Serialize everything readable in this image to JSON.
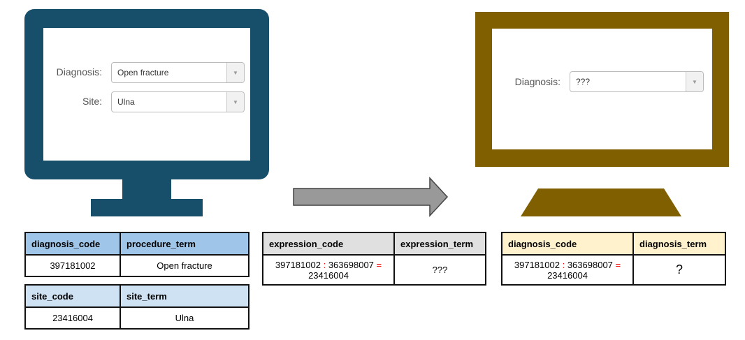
{
  "colors": {
    "left_monitor": "#174f6b",
    "right_monitor": "#7f5f00",
    "arrow": "#999999",
    "highlight": "#ee0000"
  },
  "left_screen": {
    "diagnosis_label": "Diagnosis:",
    "diagnosis_value": "Open fracture",
    "site_label": "Site:",
    "site_value": "Ulna"
  },
  "right_screen": {
    "diagnosis_label": "Diagnosis:",
    "diagnosis_value": "???"
  },
  "tables": {
    "diagnosis": {
      "headers": [
        "diagnosis_code",
        "procedure_term"
      ],
      "row": [
        "397181002",
        "Open fracture"
      ],
      "color": "#9fc5e8"
    },
    "site": {
      "headers": [
        "site_code",
        "site_term"
      ],
      "row": [
        "23416004",
        "Ulna"
      ],
      "color": "#cfe2f3"
    },
    "expression": {
      "headers": [
        "expression_code",
        "expression_term"
      ],
      "code_parts": [
        "397181002",
        "363698007",
        "23416004"
      ],
      "ops": [
        ":",
        "="
      ],
      "term": "???",
      "color": "#e0e0e0"
    },
    "result": {
      "headers": [
        "diagnosis_code",
        "diagnosis_term"
      ],
      "code_parts": [
        "397181002",
        "363698007",
        "23416004"
      ],
      "ops": [
        ":",
        "="
      ],
      "term": "?",
      "color": "#fff2cc"
    }
  }
}
